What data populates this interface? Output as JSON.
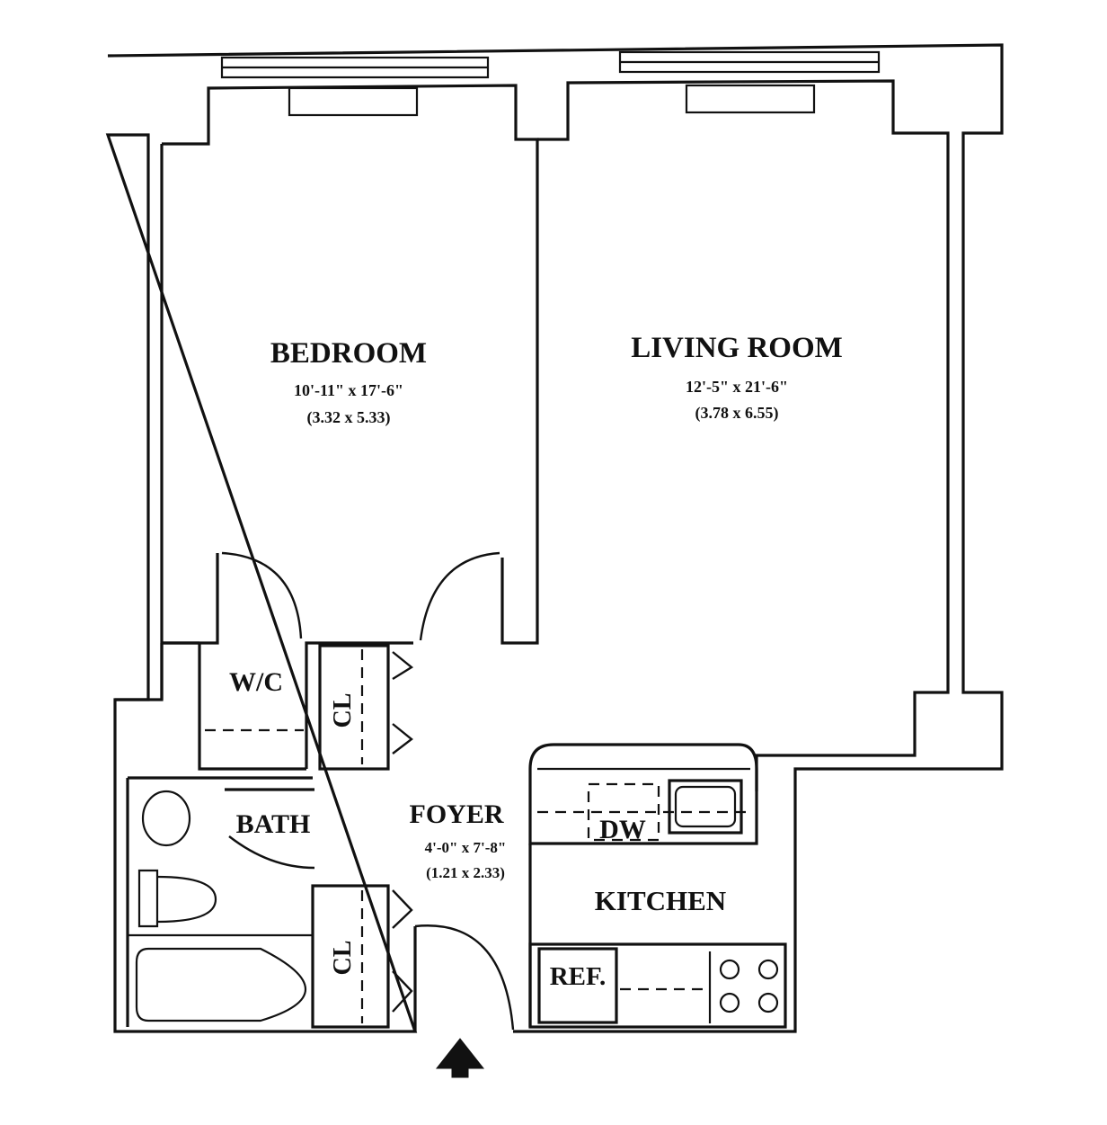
{
  "rooms": {
    "bedroom": {
      "name": "BEDROOM",
      "dim_imperial": "10'-11\" x 17'-6\"",
      "dim_metric": "(3.32 x 5.33)"
    },
    "living_room": {
      "name": "LIVING ROOM",
      "dim_imperial": "12'-5\" x 21'-6\"",
      "dim_metric": "(3.78 x 6.55)"
    },
    "foyer": {
      "name": "FOYER",
      "dim_imperial": "4'-0\" x 7'-8\"",
      "dim_metric": "(1.21 x 2.33)"
    },
    "kitchen": {
      "name": "KITCHEN"
    },
    "bath": {
      "name": "BATH"
    }
  },
  "fixtures": {
    "wc": "W/C",
    "closet_upper": "CL",
    "closet_lower": "CL",
    "dishwasher": "DW",
    "refrigerator": "REF."
  },
  "entry_icon": "entry-arrow-icon"
}
